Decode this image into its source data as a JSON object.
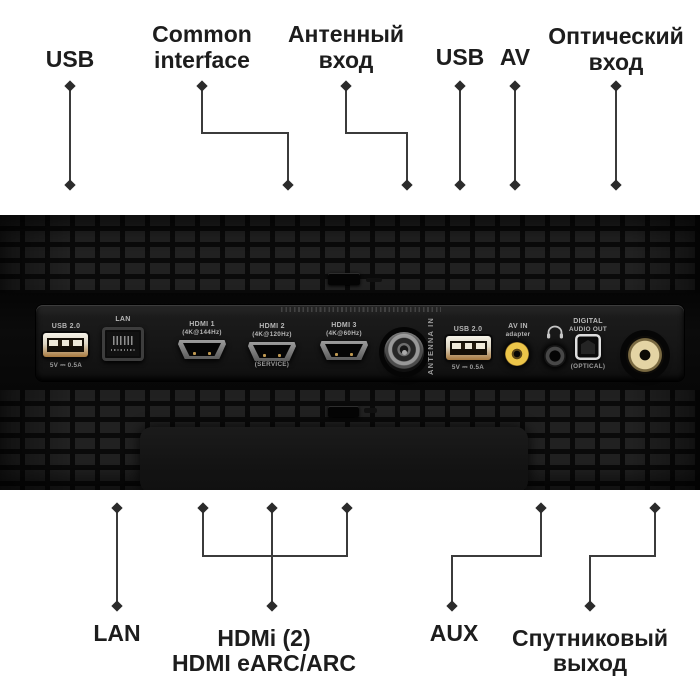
{
  "callouts_top": [
    {
      "name": "usb-left",
      "lines": [
        "USB"
      ]
    },
    {
      "name": "common-interface",
      "lines": [
        "Common",
        "interface"
      ]
    },
    {
      "name": "antenna-input",
      "lines": [
        "Антенный",
        "вход"
      ]
    },
    {
      "name": "usb-right",
      "lines": [
        "USB"
      ]
    },
    {
      "name": "av",
      "lines": [
        "AV"
      ]
    },
    {
      "name": "optical-input",
      "lines": [
        "Оптический",
        "вход"
      ]
    }
  ],
  "callouts_bottom": [
    {
      "name": "lan",
      "lines": [
        "LAN"
      ]
    },
    {
      "name": "hdmi",
      "lines": [
        "HDMi (2)",
        "HDMI eARC/ARC"
      ]
    },
    {
      "name": "aux",
      "lines": [
        "AUX"
      ]
    },
    {
      "name": "satellite-output",
      "lines": [
        "Спутниковый",
        "выход"
      ]
    }
  ],
  "panel_ports": {
    "usb1": {
      "label": "USB 2.0",
      "power": "5V ⎓ 0.5A"
    },
    "lan": {
      "label": "LAN"
    },
    "hdmi1": {
      "label": "HDMI 1",
      "spec": "(4K@144Hz)"
    },
    "hdmi2": {
      "label": "HDMI 2",
      "spec": "(4K@120Hz)",
      "note": "(SERVICE)"
    },
    "hdmi3": {
      "label": "HDMI 3",
      "spec": "(4K@60Hz)"
    },
    "antenna": {
      "label": "ANTENNA IN"
    },
    "usb2": {
      "label": "USB 2.0",
      "power": "5V ⎓ 0.5A"
    },
    "av_in": {
      "label": "AV IN",
      "spec": "adapter"
    },
    "headphone": {
      "icon": "headphones-icon"
    },
    "digital_audio": {
      "label": "DIGITAL",
      "label2": "AUDIO OUT",
      "note": "(OPTICAL)"
    }
  },
  "colors": {
    "background": "#ffffff",
    "label_text": "#1d1d1d",
    "callout_line": "#3b3b3b",
    "tv_body": "#0a0a0a",
    "panel_text": "#b8b8b8",
    "usb_port_cream": "#e9e2d0",
    "av_in_yellow": "#ecc549",
    "satellite_beige": "#e4d4a4"
  }
}
